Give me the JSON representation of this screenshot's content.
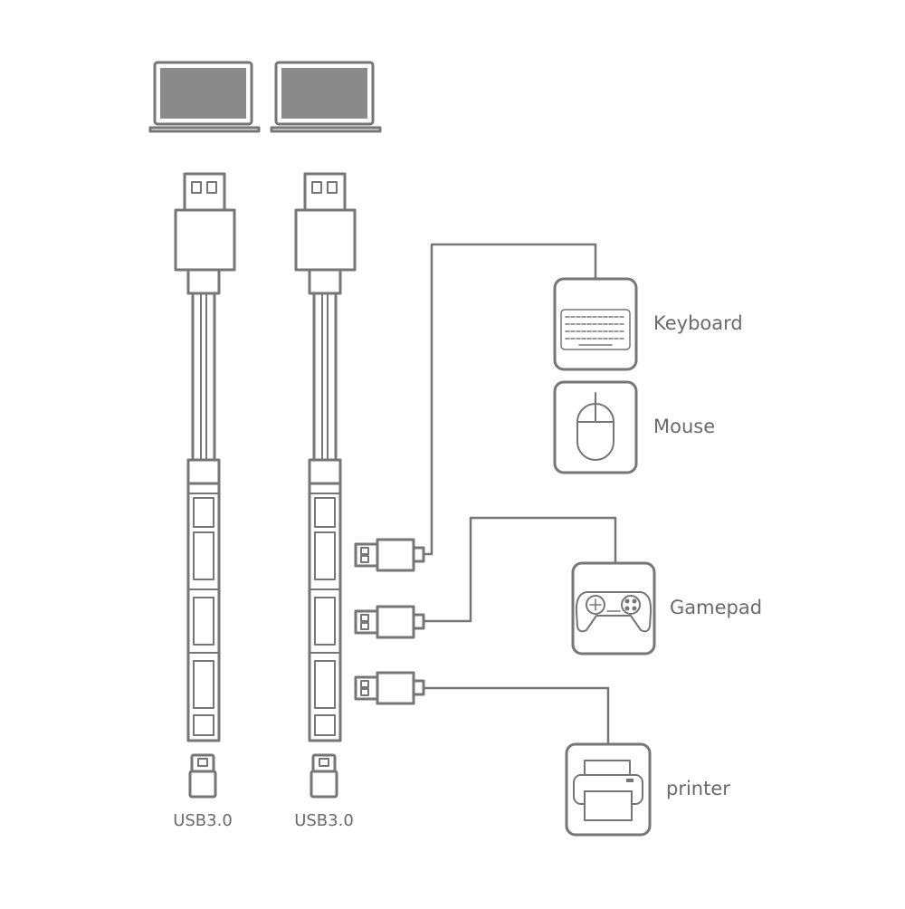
{
  "colors": {
    "stroke": "#767676",
    "screen_fill": "#8a8a8a",
    "label": "#6a6a6a",
    "background": "#ffffff"
  },
  "hubs": [
    {
      "port_label": "USB3.0"
    },
    {
      "port_label": "USB3.0"
    }
  ],
  "devices": [
    {
      "name": "keyboard",
      "label": "Keyboard",
      "icon": "keyboard-icon"
    },
    {
      "name": "mouse",
      "label": "Mouse",
      "icon": "mouse-icon"
    },
    {
      "name": "gamepad",
      "label": "Gamepad",
      "icon": "gamepad-icon"
    },
    {
      "name": "printer",
      "label": "printer",
      "icon": "printer-icon"
    }
  ]
}
